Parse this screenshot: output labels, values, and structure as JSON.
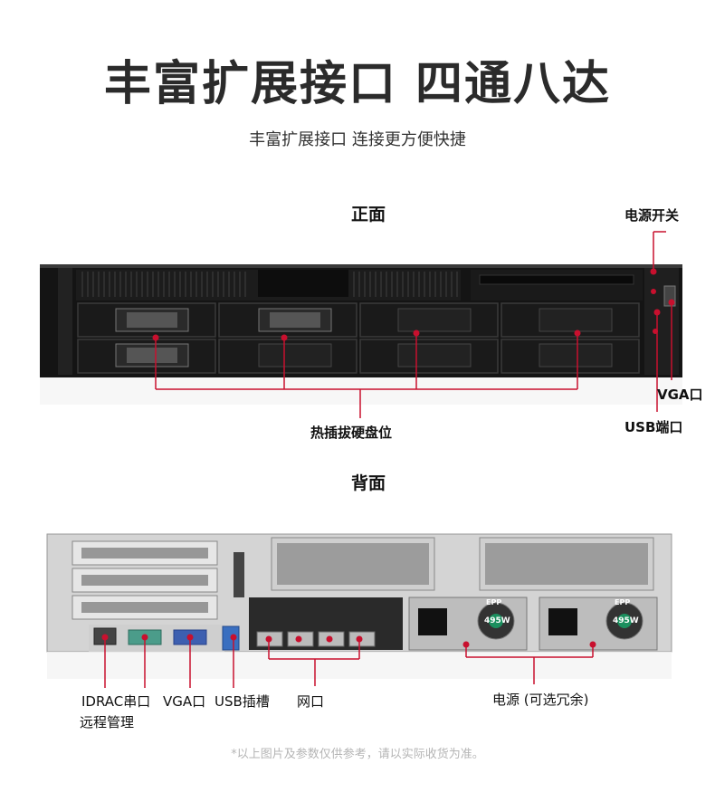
{
  "header": {
    "title": "丰富扩展接口 四通八达",
    "subtitle": "丰富扩展接口 连接更方便快捷"
  },
  "front": {
    "label": "正面",
    "callouts": {
      "power_switch": "电源开关",
      "vga_port": "VGA口",
      "usb_port": "USB端口",
      "hot_swap_bays": "热插拔硬盘位"
    }
  },
  "rear": {
    "label": "背面",
    "callouts": {
      "idrac_line1": "IDRAC串口",
      "idrac_line2": "远程管理",
      "vga_port": "VGA口",
      "usb_slot": "USB插槽",
      "network_port": "网口",
      "power_supply": "电源 (可选冗余)"
    },
    "psu_badge": "495W",
    "psu_brand": "EPP"
  },
  "footer": {
    "disclaimer": "*以上图片及参数仅供参考，请以实际收货为准。"
  },
  "colors": {
    "accent_red": "#c8102e",
    "title_gray": "#2b2b2b",
    "chassis_black": "#141414",
    "chassis_gray": "#d4d4d4"
  }
}
